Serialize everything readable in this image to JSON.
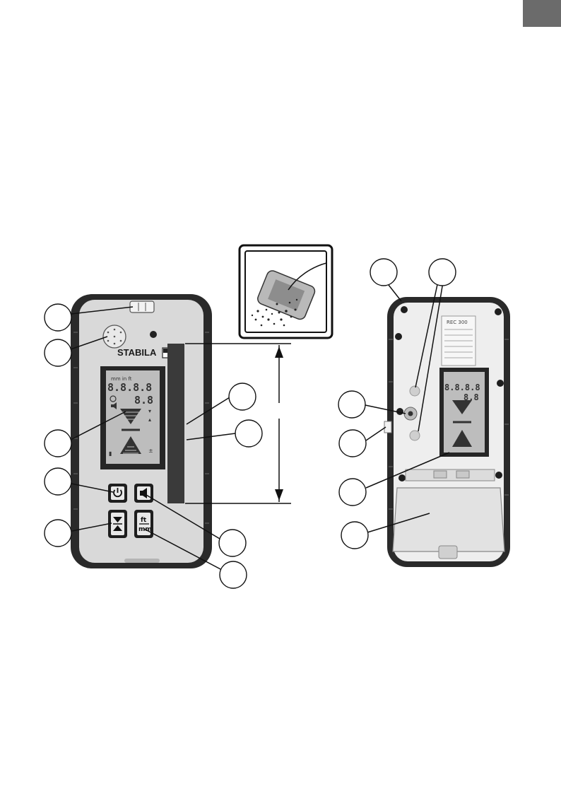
{
  "brand": {
    "name": "STABILA"
  },
  "display": {
    "digits_top": "8.8.8.8",
    "digits_mid": "8.8"
  },
  "unit_button": {
    "top": "ft",
    "bottom": "mm"
  },
  "rear_label": {
    "model": "REC 300"
  },
  "colors": {
    "housing_frame": "#2a2a2a",
    "housing_face": "#d9d9d9",
    "lcd_background": "#bdbdbd",
    "page_tab": "#6b6b6b"
  },
  "icons": {
    "power": "power-icon",
    "sound": "speaker-icon",
    "accuracy": "accuracy-arrows-icon",
    "units": "unit-ft-mm-icon",
    "water": "water-splash-icon"
  }
}
